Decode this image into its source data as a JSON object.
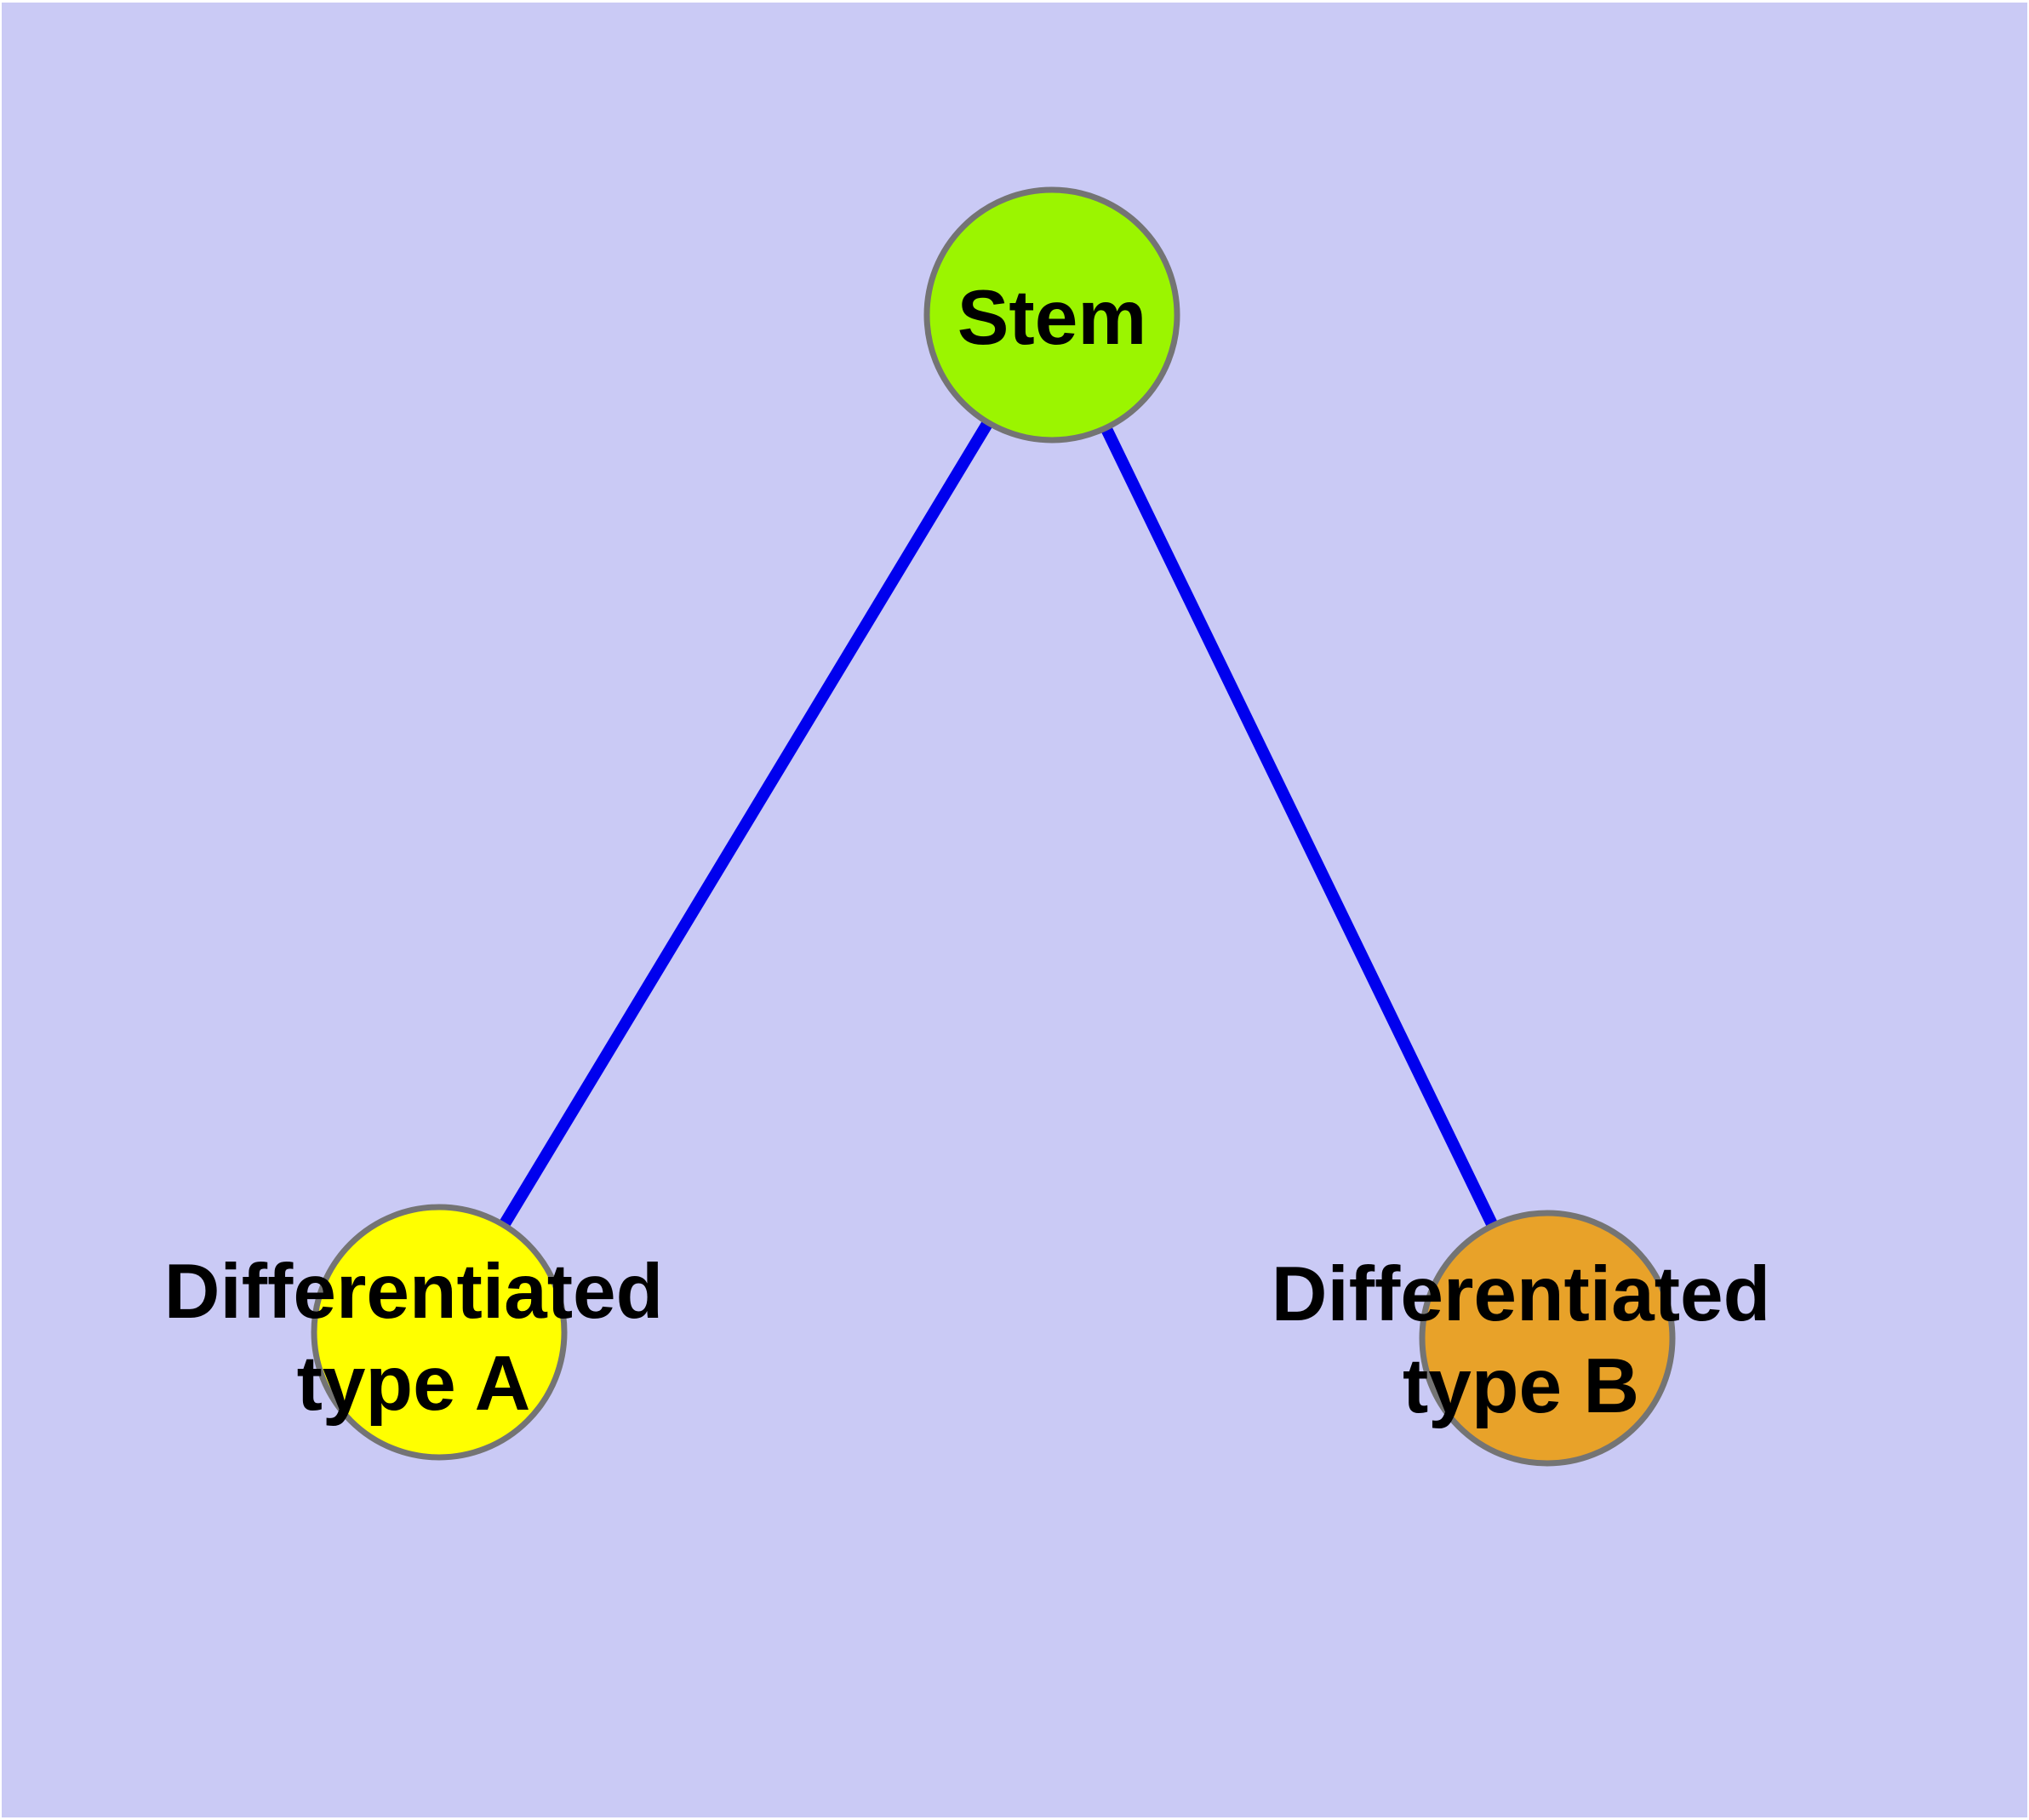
{
  "graph": {
    "description": "Stem cell differentiation diagram: a Stem node connected to two differentiated cell type nodes",
    "background_color": "#CACAF5",
    "frame_color": "#FFFFFF",
    "edge_color": "#0000EE",
    "node_border_color": "#747474",
    "label_color": "#000000",
    "nodes": [
      {
        "id": "stem",
        "label_lines": [
          "Stem"
        ],
        "fill": "#9BF500"
      },
      {
        "id": "differentiated-type-a",
        "label_lines": [
          "Differentiated",
          "type A"
        ],
        "fill": "#FFFF00"
      },
      {
        "id": "differentiated-type-b",
        "label_lines": [
          "Differentiated",
          "type B"
        ],
        "fill": "#E8A229"
      }
    ],
    "edges": [
      {
        "from": "stem",
        "to": "differentiated-type-a"
      },
      {
        "from": "stem",
        "to": "differentiated-type-b"
      }
    ]
  }
}
